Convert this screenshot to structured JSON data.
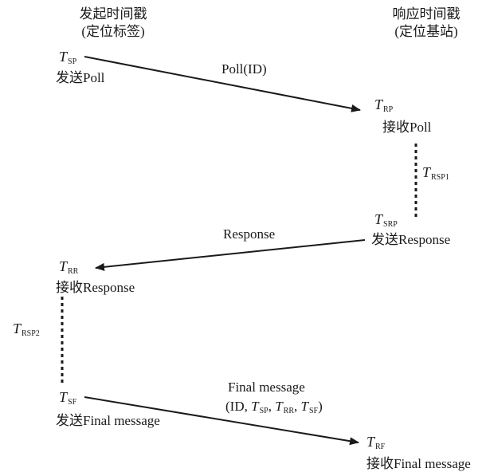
{
  "headers": {
    "left_line1": "发起时间戳",
    "left_line2": "(定位标签)",
    "right_line1": "响应时间戳",
    "right_line2": "(定位基站)"
  },
  "timestamps": {
    "t_sp": {
      "T": "T",
      "sub": "SP",
      "action": "发送Poll"
    },
    "t_rp": {
      "T": "T",
      "sub": "RP",
      "action": "接收Poll"
    },
    "t_rsp1": {
      "T": "T",
      "sub": "RSP1"
    },
    "t_srp": {
      "T": "T",
      "sub": "SRP",
      "action": "发送Response"
    },
    "t_rr": {
      "T": "T",
      "sub": "RR",
      "action": "接收Response"
    },
    "t_rsp2": {
      "T": "T",
      "sub": "RSP2"
    },
    "t_sf": {
      "T": "T",
      "sub": "SF",
      "action": "发送Final message"
    },
    "t_rf": {
      "T": "T",
      "sub": "RF",
      "action": "接收Final message"
    }
  },
  "messages": {
    "poll": "Poll(ID)",
    "response": "Response",
    "final_line1": "Final message",
    "final_line2": {
      "open": "(ID, ",
      "T": "T",
      "s1": "SP",
      "s2": "RR",
      "s3": "SF",
      "sep": ", ",
      "close": ")"
    }
  },
  "colors": {
    "ink": "#1a1a1a",
    "background": "#ffffff"
  }
}
